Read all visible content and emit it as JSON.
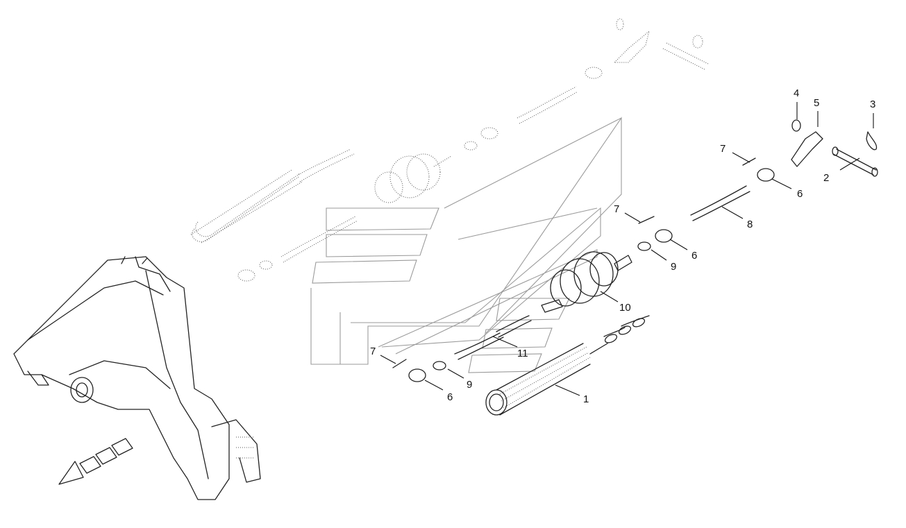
{
  "diagram": {
    "callouts": [
      {
        "id": "c1",
        "text": "1"
      },
      {
        "id": "c2",
        "text": "2"
      },
      {
        "id": "c3",
        "text": "3"
      },
      {
        "id": "c4",
        "text": "4"
      },
      {
        "id": "c5",
        "text": "5"
      },
      {
        "id": "c6a",
        "text": "6"
      },
      {
        "id": "c6b",
        "text": "6"
      },
      {
        "id": "c6c",
        "text": "6"
      },
      {
        "id": "c7a",
        "text": "7"
      },
      {
        "id": "c7b",
        "text": "7"
      },
      {
        "id": "c7c",
        "text": "7"
      },
      {
        "id": "c8",
        "text": "8"
      },
      {
        "id": "c9a",
        "text": "9"
      },
      {
        "id": "c9b",
        "text": "9"
      },
      {
        "id": "c10",
        "text": "10"
      },
      {
        "id": "c11",
        "text": "11"
      }
    ],
    "colors": {
      "line": "#222222",
      "ghost": "#888888",
      "background": "#ffffff"
    }
  }
}
